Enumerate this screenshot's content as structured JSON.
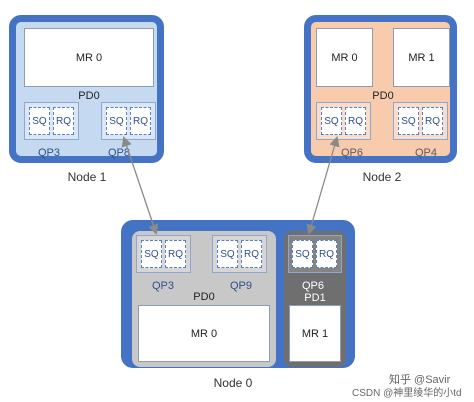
{
  "node1": {
    "name": "Node 1",
    "pd": "PD0",
    "mr": "MR 0",
    "qps": [
      {
        "label": "QP3",
        "sq": "SQ",
        "rq": "RQ"
      },
      {
        "label": "QP8",
        "sq": "SQ",
        "rq": "RQ"
      }
    ]
  },
  "node2": {
    "name": "Node 2",
    "pd": "PD0",
    "mrs": [
      "MR 0",
      "MR 1"
    ],
    "qps": [
      {
        "label": "QP6",
        "sq": "SQ",
        "rq": "RQ"
      },
      {
        "label": "QP4",
        "sq": "SQ",
        "rq": "RQ"
      }
    ]
  },
  "node0": {
    "name": "Node 0",
    "pd0": {
      "label": "PD0",
      "mr": "MR 0",
      "qps": [
        {
          "label": "QP3",
          "sq": "SQ",
          "rq": "RQ"
        },
        {
          "label": "QP9",
          "sq": "SQ",
          "rq": "RQ"
        }
      ]
    },
    "pd1": {
      "label": "PD1",
      "mr": "MR 1",
      "qp": {
        "label": "QP6",
        "sq": "SQ",
        "rq": "RQ"
      }
    }
  },
  "watermark": {
    "line1": "知乎 @Savir",
    "line2": "CSDN @神里绫华的小td"
  },
  "colors": {
    "frame": "#4472c4",
    "node1_fill": "#c5d9f1",
    "node2_fill": "#f8cbad",
    "pd0_fill": "#c8c8c8",
    "pd1_fill": "#6f6f6f",
    "queue_border": "#5b7fc0"
  }
}
